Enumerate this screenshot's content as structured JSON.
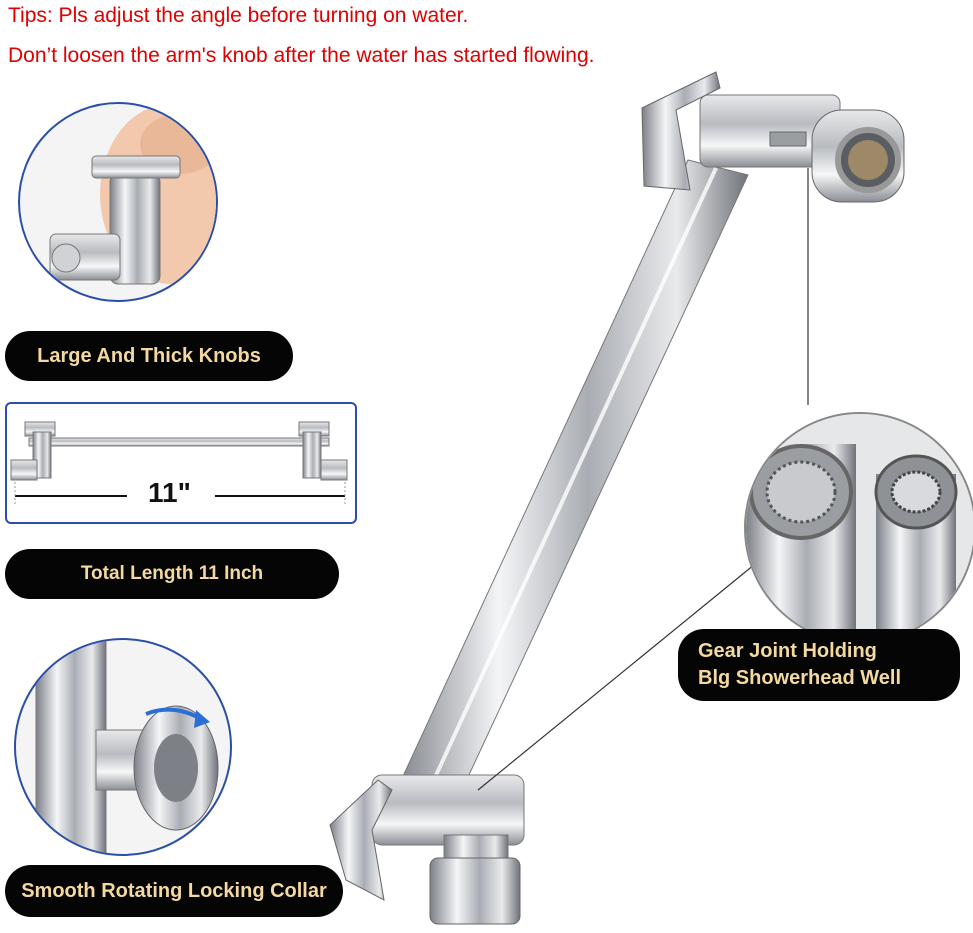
{
  "tips": {
    "line1": "Tips: Pls adjust the angle before turning on water.",
    "line2": "Don’t loosen the arm's knob after the water has started flowing."
  },
  "features": {
    "knobs": "Large And Thick Knobs",
    "length_dimension": "11\"",
    "length": "Total Length 11 Inch",
    "collar": "Smooth Rotating Locking Collar",
    "gear_line1": "Gear Joint Holding",
    "gear_line2": "Blg Showerhead Well"
  },
  "colors": {
    "tip_text": "#e00000",
    "pill_bg": "#050505",
    "pill_text": "#f3d9a0",
    "circle_border": "#2b4ea6",
    "chrome": "#c9ccd1"
  },
  "icons": [
    "rotate-arrow-icon"
  ]
}
